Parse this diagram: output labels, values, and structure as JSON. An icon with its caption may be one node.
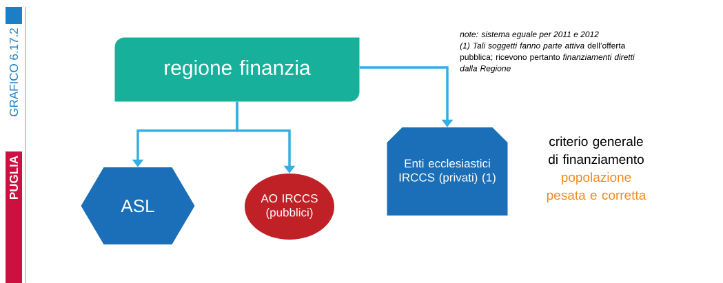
{
  "diagram": {
    "nodes": [
      {
        "text": [
          "regione finanzia"
        ]
      },
      {
        "text": [
          "ASL"
        ]
      },
      {
        "text": [
          "AO IRCCS (pubblici)"
        ]
      },
      {
        "text": [
          "Enti ecclesiastici IRCCS (privati) (1)"
        ]
      }
    ],
    "edges": [
      {
        "from": 0,
        "to": 1,
        "arrow": "to"
      },
      {
        "from": 0,
        "to": 2,
        "arrow": "to"
      },
      {
        "from": 0,
        "to": 3,
        "arrow": "to"
      }
    ],
    "labels": [
      "GRAFICO 6.17.2",
      "PUGLIA",
      "note: sistema eguale per 2011 e 2012",
      "*(1) Tali soggetti fanno parte attiva* dell’offerta pubblica; ricevono pertanto *finanziamenti diretti dalla Regione*",
      "criterio generale di finanziamento",
      "popolazione pesata e corretta"
    ]
  }
}
